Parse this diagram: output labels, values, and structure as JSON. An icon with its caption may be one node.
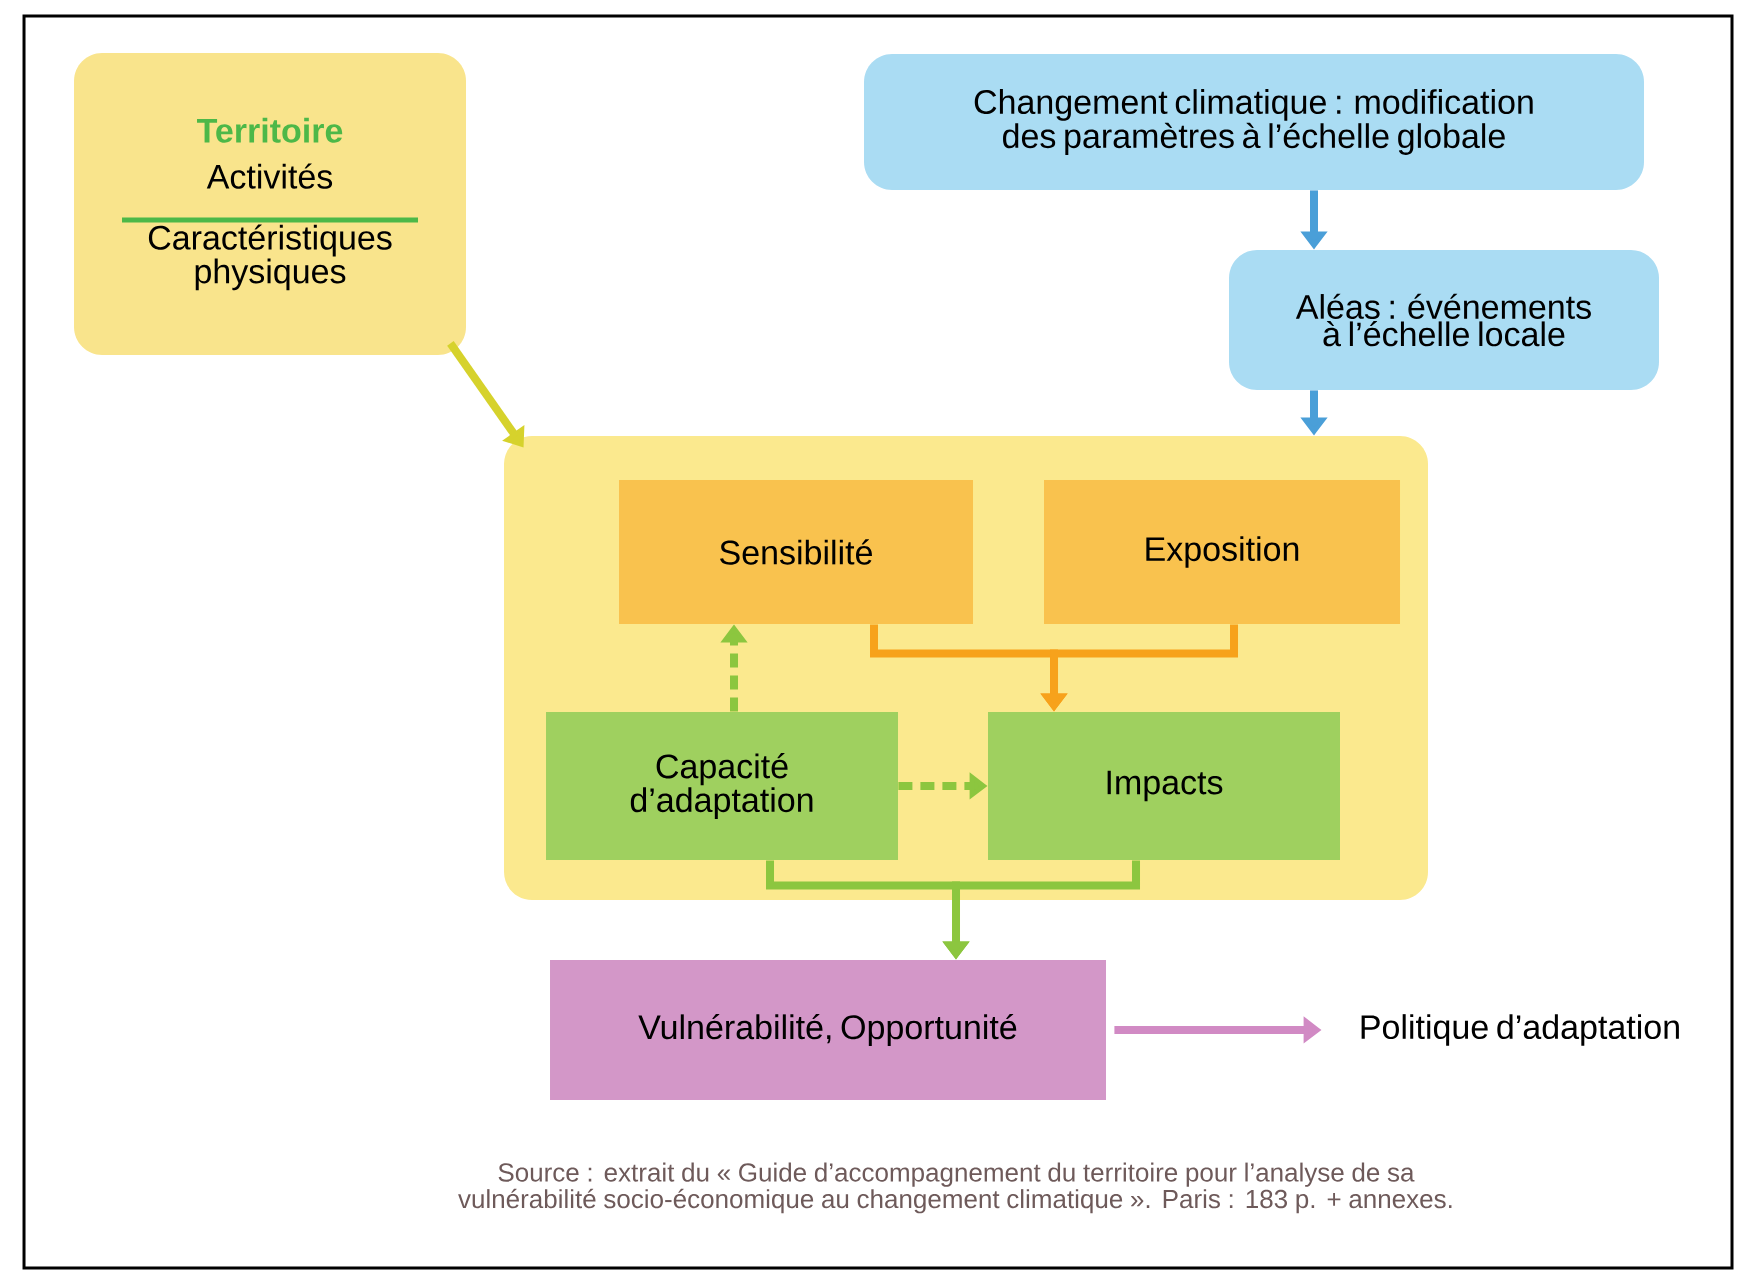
{
  "diagram": {
    "caption": "Source : extrait du « Guide d’accompagnement du territoire pour l’analyse de sa vulnérabilité socio-économique au changement climatique ». Paris : 183 p. + annexes.",
    "nodes": [
      {
        "text": [
          "Territoire",
          "Activités",
          "Caractéristiques physiques"
        ]
      },
      {
        "text": [
          "Changement climatique : modification des paramètres à l’échelle globale"
        ]
      },
      {
        "text": [
          "Aléas : événements à l’échelle locale"
        ]
      },
      {
        "text": [],
        "shape": "box"
      },
      {
        "text": [
          "Sensibilité"
        ],
        "in": 3
      },
      {
        "text": [
          "Exposition"
        ],
        "in": 3
      },
      {
        "text": [
          "Capacité d’adaptation"
        ],
        "in": 3
      },
      {
        "text": [
          "Impacts"
        ],
        "in": 3
      },
      {
        "text": [
          "Vulnérabilité, Opportunité"
        ]
      },
      {
        "text": [
          "Politique d’adaptation"
        ]
      }
    ],
    "edges": [
      {
        "from": 0,
        "to": 3,
        "arrow": "to",
        "color": "#d6d22c"
      },
      {
        "from": 1,
        "to": 2,
        "arrow": "to",
        "color": "#4a9fd8"
      },
      {
        "from": 2,
        "to": 3,
        "arrow": "to",
        "color": "#4a9fd8"
      },
      {
        "from": 4,
        "to": 7,
        "arrow": "to",
        "color": "#f7a21b"
      },
      {
        "from": 5,
        "to": 7,
        "arrow": "to",
        "color": "#f7a21b"
      },
      {
        "from": 6,
        "to": 4,
        "arrow": "to",
        "style": "dashed"
      },
      {
        "from": 6,
        "to": 7,
        "arrow": "to",
        "style": "dashed"
      },
      {
        "from": 6,
        "to": 8,
        "arrow": "to"
      },
      {
        "from": 7,
        "to": 8,
        "arrow": "to"
      },
      {
        "from": 8,
        "to": 9,
        "arrow": "to",
        "color": "#d18ac4"
      }
    ]
  }
}
